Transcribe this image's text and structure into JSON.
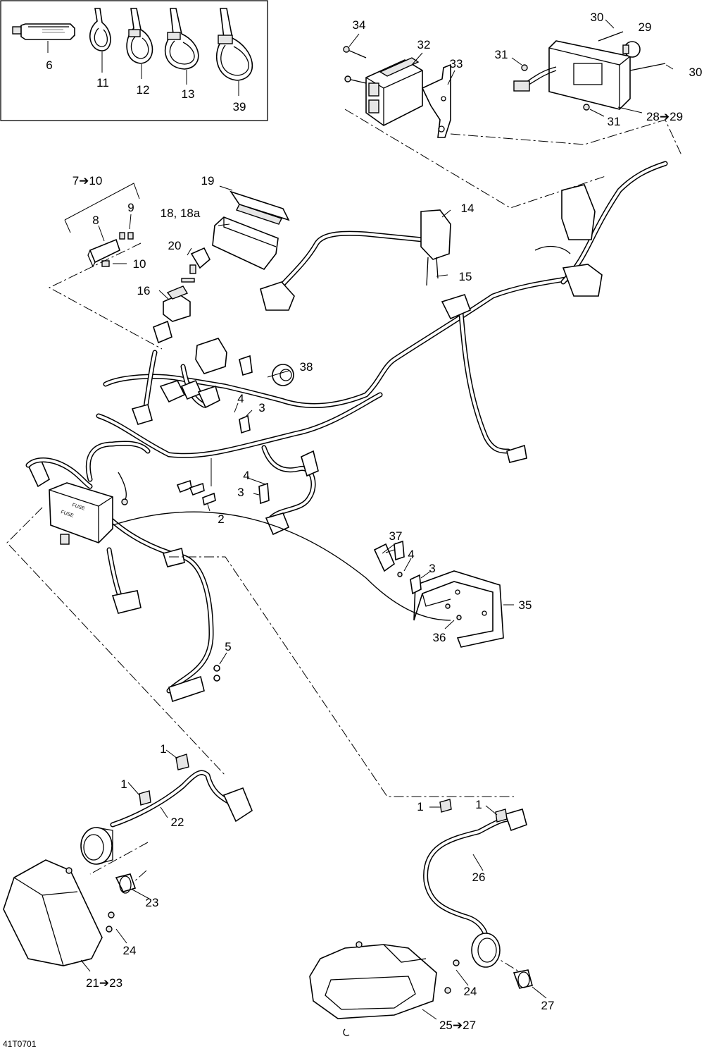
{
  "figure_code": "41T0701",
  "callouts": {
    "c6": "6",
    "c11": "11",
    "c12": "12",
    "c13": "13",
    "c39": "39",
    "c34": "34",
    "c32": "32",
    "c33": "33",
    "c30a": "30",
    "c29": "29",
    "c31a": "31",
    "c30b": "30",
    "c31b": "31",
    "c28": "28➔29",
    "c7": "7➔10",
    "c8": "8",
    "c9": "9",
    "c10": "10",
    "c19": "19",
    "c18": "18, 18a",
    "c20": "20",
    "c16": "16",
    "c14": "14",
    "c15": "15",
    "c38": "38",
    "c4a": "4",
    "c3a": "3",
    "c4b": "4",
    "c3b": "3",
    "c2": "2",
    "c37": "37",
    "c4c": "4",
    "c3c": "3",
    "c35": "35",
    "c36": "36",
    "c5": "5",
    "c1a": "1",
    "c1b": "1",
    "c22": "22",
    "c23": "23",
    "c24a": "24",
    "c21": "21➔23",
    "c1c": "1",
    "c1d": "1",
    "c26": "26",
    "c24b": "24",
    "c27": "27",
    "c25": "25➔27"
  }
}
